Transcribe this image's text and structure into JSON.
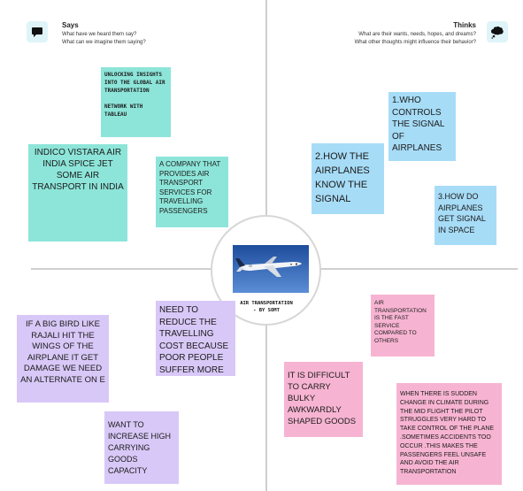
{
  "quadrants": {
    "says": {
      "title": "Says",
      "subtitle_1": "What have we heard them say?",
      "subtitle_2": "What can we imagine them saying?",
      "icon": "speech-bubble-icon"
    },
    "thinks": {
      "title": "Thinks",
      "subtitle_1": "What are their wants, needs, hopes, and dreams?",
      "subtitle_2": "What other thoughts might influence their behavior?",
      "icon": "thought-cloud-icon"
    }
  },
  "center": {
    "label_line1": "AIR TRANSPORTATION",
    "label_line2": "- BY SOMT"
  },
  "notes": {
    "unlocking": "UNLOCKING INSIGHTS INTO THE GLOBAL AIR TRANSPORTATION",
    "network": "NETWORK WITH TABLEAU",
    "airlines": "INDICO VISTARA AIR INDIA SPICE JET SOME AIR TRANSPORT IN INDIA",
    "company": "A COMPANY THAT PROVIDES AIR TRANSPORT SERVICES FOR TRAVELLING PASSENGERS",
    "who_controls": "1.WHO CONTROLS THE SIGNAL OF AIRPLANES",
    "how_know": "2.HOW THE AIRPLANES KNOW THE SIGNAL",
    "how_get": "3.HOW DO AIRPLANES GET SIGNAL IN SPACE",
    "bird": "IF A BIG BIRD LIKE RAJALI HIT THE WINGS OF THE AIRPLANE IT GET DAMAGE WE NEED AN ALTERNATE ON E",
    "reduce": "NEED TO REDUCE THE TRAVELLING COST BECAUSE POOR PEOPLE SUFFER MORE",
    "carrying": "WANT TO INCREASE HIGH CARRYING GOODS CAPACITY",
    "fast": "AIR TRANSPORTATION IS THE FAST SERVICE COMPARED TO OTHERS",
    "bulky": "IT IS DIFFICULT TO CARRY BULKY AWKWARDLY SHAPED GOODS",
    "climate": "WHEN THERE IS SUDDEN CHANGE IN CLIMATE DURING THE MID FLIGHT THE PILOT STRUGGLES VERY HARD TO TAKE CONTROL OF THE PLANE .SOMETIMES ACCIDENTS TOO OCCUR .THIS MAKES THE PASSENGERS FEEL UNSAFE AND AVOID THE AIR TRANSPORTATION"
  },
  "colors": {
    "cyan": "#8de5d9",
    "blue": "#a7dcf7",
    "purple": "#d8c8f7",
    "pink": "#f7b4d2"
  }
}
